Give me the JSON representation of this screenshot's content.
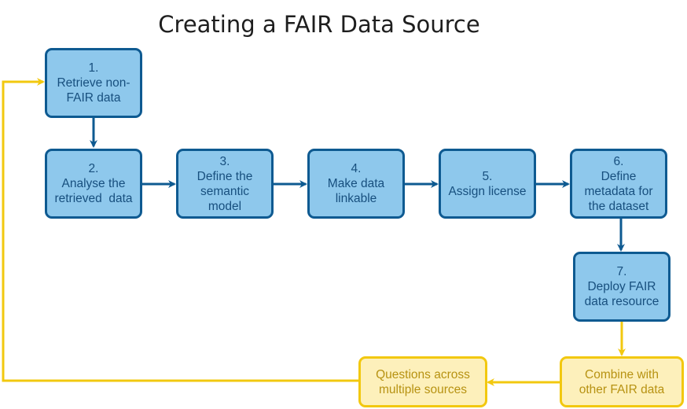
{
  "title": "Creating a FAIR Data Source",
  "colors": {
    "step_fill": "#8ec8ec",
    "step_border": "#0e5a91",
    "step_text": "#174f7e",
    "outcome_fill": "#fdf0bb",
    "outcome_border": "#f2c80f",
    "outcome_text": "#b79212"
  },
  "steps": [
    {
      "number": "1.",
      "lines": [
        "Retrieve non-",
        "FAIR data"
      ]
    },
    {
      "number": "2.",
      "lines": [
        "Analyse the",
        "retrieved  data"
      ]
    },
    {
      "number": "3.",
      "lines": [
        "Define the",
        "semantic",
        "model"
      ]
    },
    {
      "number": "4.",
      "lines": [
        "Make data",
        "linkable"
      ]
    },
    {
      "number": "5.",
      "lines": [
        "Assign license"
      ]
    },
    {
      "number": "6.",
      "lines": [
        "Define",
        "metadata for",
        "the dataset"
      ]
    },
    {
      "number": "7.",
      "lines": [
        "Deploy FAIR",
        "data resource"
      ]
    }
  ],
  "outcomes": [
    {
      "lines": [
        "Combine with",
        "other FAIR data"
      ]
    },
    {
      "lines": [
        "Questions across",
        "multiple sources"
      ]
    }
  ]
}
